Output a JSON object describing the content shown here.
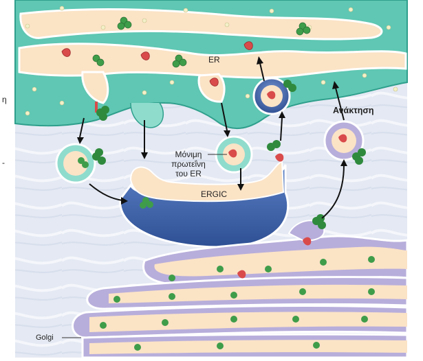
{
  "labels": {
    "er": "ER",
    "retrieval": "Ανάκτηση",
    "resident_line1": "Μόνιμη",
    "resident_line2": "πρωτεΐνη",
    "resident_line3": "του ER",
    "ergic": "ERGIC",
    "golgi": "Golgi"
  },
  "edge_fragments": {
    "left_top": "η",
    "left_mid": "-"
  },
  "colors": {
    "er_membrane": "#5fc7b3",
    "er_dark": "#2f9f8c",
    "lumen": "#fbe3c6",
    "ergic_blue": "#4b70b8",
    "ergic_dark": "#2e4f93",
    "golgi_purple": "#b8aedb",
    "cytosol": "#e3e8f2",
    "cargo_green": "#3f9d4a",
    "resident_red": "#d94b4b"
  }
}
